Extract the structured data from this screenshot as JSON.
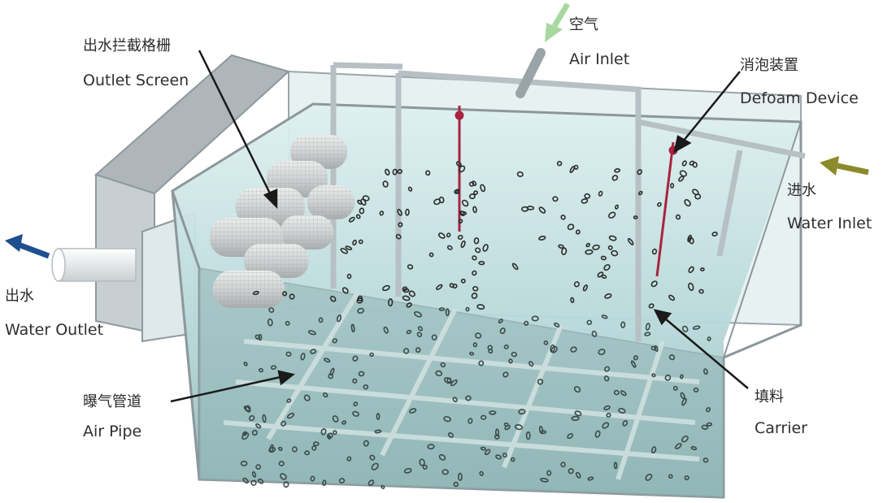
{
  "labels": {
    "outlet_screen": {
      "zh": "出水拦截格栅",
      "en": "Outlet Screen"
    },
    "air_inlet": {
      "zh": "空气",
      "en": "Air Inlet"
    },
    "defoam": {
      "zh": "消泡装置",
      "en": "Defoam Device"
    },
    "water_inlet": {
      "zh": "进水",
      "en": "Water Inlet"
    },
    "water_outlet": {
      "zh": "出水",
      "en": "Water Outlet"
    },
    "air_pipe": {
      "zh": "曝气管道",
      "en": "Air Pipe"
    },
    "carrier": {
      "zh": "填料",
      "en": "Carrier"
    }
  },
  "colors": {
    "water": "#cfe8ea",
    "water_deep": "#9cc3c4",
    "tank_wall": "#b9c3c7",
    "outlet_arrow": "#1f4f8f",
    "inlet_arrow": "#8c8a2a",
    "air_arrow": "#a8d8a0",
    "defoam_rod": "#a8243f"
  }
}
